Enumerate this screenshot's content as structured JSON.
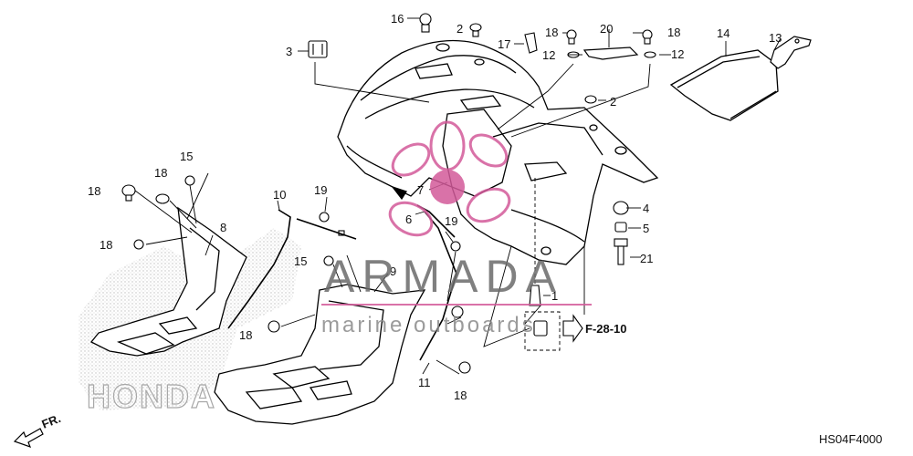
{
  "diagram": {
    "part_numbers": {
      "p1": "1",
      "p2a": "2",
      "p2b": "2",
      "p3": "3",
      "p4": "4",
      "p5": "5",
      "p6": "6",
      "p7": "7",
      "p8": "8",
      "p9": "9",
      "p10": "10",
      "p11": "11",
      "p12a": "12",
      "p12b": "12",
      "p13": "13",
      "p14": "14",
      "p15a": "15",
      "p15b": "15",
      "p16": "16",
      "p17": "17",
      "p18a": "18",
      "p18b": "18",
      "p18c": "18",
      "p18d": "18",
      "p18e": "18",
      "p18f": "18",
      "p18g": "18",
      "p19a": "19",
      "p19b": "19",
      "p20": "20",
      "p21": "21"
    },
    "reference": "F-28-10",
    "direction": "FR.",
    "drawing_code": "HS04F4000"
  },
  "watermark": {
    "brand": "ARMADA",
    "tagline": "marine outboards",
    "faded_logo": "HONDA",
    "accent_color": "#d35a9a"
  }
}
